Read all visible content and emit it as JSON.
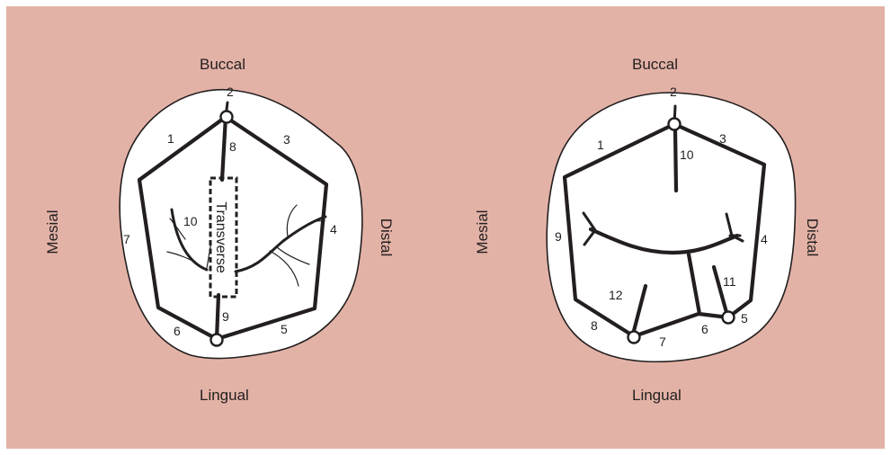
{
  "background_color": "#e3b2a6",
  "ink_color": "#231f20",
  "diagrams": [
    {
      "labels": {
        "buccal": "Buccal",
        "lingual": "Lingual",
        "mesial": "Mesial",
        "distal": "Distal",
        "transverse": "Transverse"
      },
      "numbers": [
        "1",
        "2",
        "3",
        "4",
        "5",
        "6",
        "7",
        "8",
        "9",
        "10"
      ]
    },
    {
      "labels": {
        "buccal": "Buccal",
        "lingual": "Lingual",
        "mesial": "Mesial",
        "distal": "Distal"
      },
      "numbers": [
        "1",
        "2",
        "3",
        "4",
        "5",
        "6",
        "7",
        "8",
        "9",
        "10",
        "11",
        "12"
      ]
    }
  ]
}
